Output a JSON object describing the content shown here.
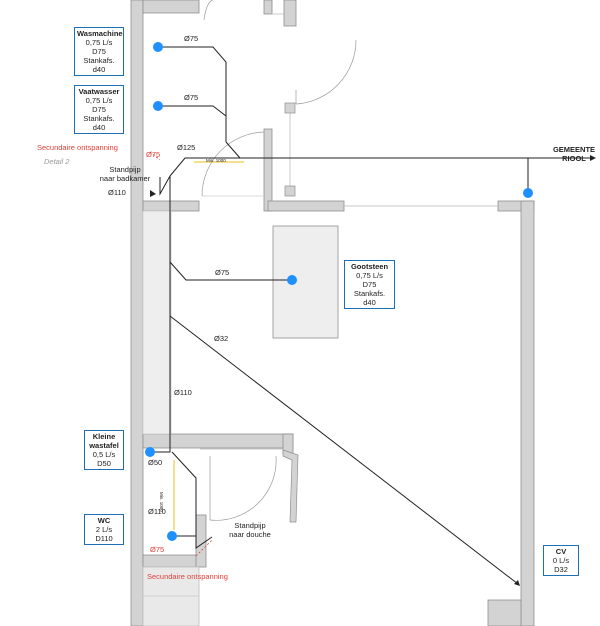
{
  "fixtures": {
    "wasmachine": {
      "title": "Wasmachine",
      "lines": [
        "0,75 L/s",
        "D75",
        "Stankafs. d40"
      ]
    },
    "vaatwasser": {
      "title": "Vaatwasser",
      "lines": [
        "0,75 L/s",
        "D75",
        "Stankafs. d40"
      ]
    },
    "gootsteen": {
      "title": "Gootsteen",
      "lines": [
        "0,75 L/s",
        "D75",
        "Stankafs. d40"
      ]
    },
    "kleine_wastafel": {
      "title": "Kleine wastafel",
      "lines": [
        "0,5 L/s",
        "D50"
      ]
    },
    "wc": {
      "title": "WC",
      "lines": [
        "2 L/s",
        "D110"
      ]
    },
    "cv": {
      "title": "CV",
      "lines": [
        "0 L/s",
        "D32"
      ]
    }
  },
  "pipes": {
    "d75_wasmachine": "Ø75",
    "d75_vaatwasser": "Ø75",
    "d125": "Ø125",
    "d75_red_top": "Ø75",
    "d110_standpijp": "Ø110",
    "d75_gootsteen": "Ø75",
    "d32": "Ø32",
    "d110_main": "Ø110",
    "d50": "Ø50",
    "d110_wc": "Ø110",
    "d75_red_bottom": "Ø75"
  },
  "notes": {
    "secundaire_top": "Secundaire ontspanning",
    "detail": "Detail 2",
    "standpijp_bad": [
      "Standpijp",
      "naar badkamer"
    ],
    "standpijp_douche": [
      "Standpijp",
      "naar douche"
    ],
    "secundaire_bottom": "Secundaire ontspanning",
    "riool": [
      "GEMEENTE",
      "RIOOL"
    ],
    "min_top": "Min. 1000",
    "min_left": "Min. 1000"
  },
  "colors": {
    "wall": "#d3d3d3",
    "wall_stroke": "#8f8f8f",
    "pipe": "#222222",
    "point": "#1e90ff",
    "note_red": "#e0413a",
    "dim": "#e8c21a",
    "box_border": "#1f6fb5"
  }
}
